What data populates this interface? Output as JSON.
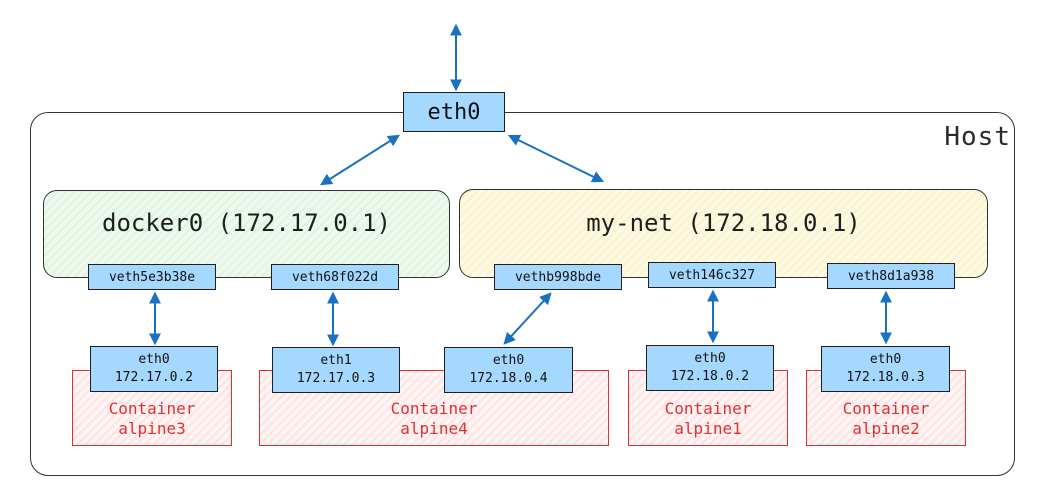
{
  "host_label": "Host",
  "uplink": "eth0",
  "bridges": [
    {
      "name": "docker0 (172.17.0.1)"
    },
    {
      "name": "my-net (172.18.0.1)"
    }
  ],
  "veths": [
    "veth5e3b38e",
    "veth68f022d",
    "vethb998bde",
    "veth146c327",
    "veth8d1a938"
  ],
  "container_ifaces": [
    {
      "name": "eth0",
      "ip": "172.17.0.2"
    },
    {
      "name": "eth1",
      "ip": "172.17.0.3"
    },
    {
      "name": "eth0",
      "ip": "172.18.0.4"
    },
    {
      "name": "eth0",
      "ip": "172.18.0.2"
    },
    {
      "name": "eth0",
      "ip": "172.18.0.3"
    }
  ],
  "containers": [
    {
      "label": "Container",
      "name": "alpine3"
    },
    {
      "label": "Container",
      "name": "alpine4"
    },
    {
      "label": "Container",
      "name": "alpine1"
    },
    {
      "label": "Container",
      "name": "alpine2"
    }
  ],
  "colors": {
    "interface": "#a5d8ff",
    "arrow": "#1971c2",
    "container": "#e03131"
  }
}
